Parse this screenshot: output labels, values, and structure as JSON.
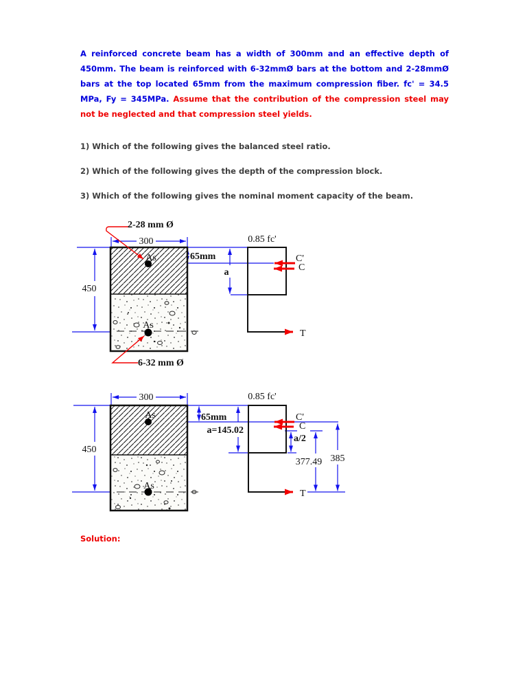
{
  "problem": {
    "blue": "A reinforced concrete beam has a width of 300mm and an effective depth of 450mm. The beam is reinforced with 6-32mmØ bars at the bottom and 2-28mmØ bars at the top located 65mm from the maximum compression fiber. fc' = 34.5 MPa, Fy = 345MPa. ",
    "red": "Assume that the contribution of the compression steel may not be neglected and that compression steel yields."
  },
  "questions": [
    "1) Which of the following gives the balanced steel ratio.",
    "2) Which of the following gives the depth of the compression block.",
    "3) Which of the following gives the nominal moment capacity of the beam."
  ],
  "solution_label": "Solution:",
  "diagram1": {
    "top_bars": "2-28 mm Ø",
    "width_dim": "300",
    "cover_dim": "65mm",
    "stress_top": "0.85 fc'",
    "depth_dim": "450",
    "as_top": "As",
    "as_bottom": "As",
    "a_dim": "a",
    "c_prime": "C'",
    "c": "C",
    "t": "T",
    "bottom_bars": "6-32 mm Ø"
  },
  "diagram2": {
    "width_dim": "300",
    "cover_dim": "65mm",
    "stress_top": "0.85 fc'",
    "depth_dim": "450",
    "a_value": "a=145.02",
    "as_top": "As",
    "as_bottom": "As",
    "c_prime": "C'",
    "c": "C",
    "a_half": "a/2",
    "lever_377": "377.49",
    "lever_385": "385",
    "t": "T"
  },
  "colors": {
    "text_blue": "#0000dd",
    "text_red": "#ee0000",
    "question_gray": "#3f3f3f",
    "dimension_blue": "#1414ee",
    "force_red": "#f20000"
  }
}
